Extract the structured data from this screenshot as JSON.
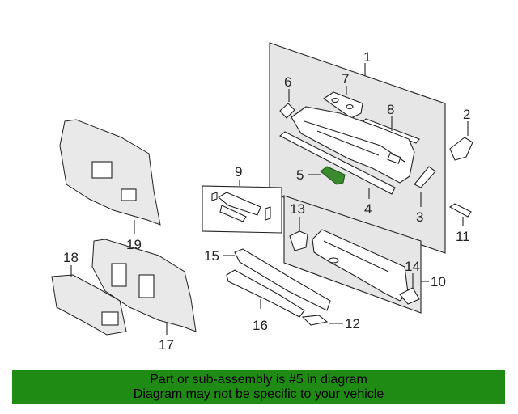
{
  "callouts": [
    "1",
    "2",
    "3",
    "4",
    "5",
    "6",
    "7",
    "8",
    "9",
    "10",
    "11",
    "12",
    "13",
    "14",
    "15",
    "16",
    "17",
    "18",
    "19"
  ],
  "highlighted_part": "5",
  "colors": {
    "highlight": "#3a8a2e",
    "banner": "#1f8a14"
  },
  "footer": {
    "line1": "Part or sub-assembly is #5 in diagram",
    "line2": "Diagram may not be specific to your vehicle"
  }
}
